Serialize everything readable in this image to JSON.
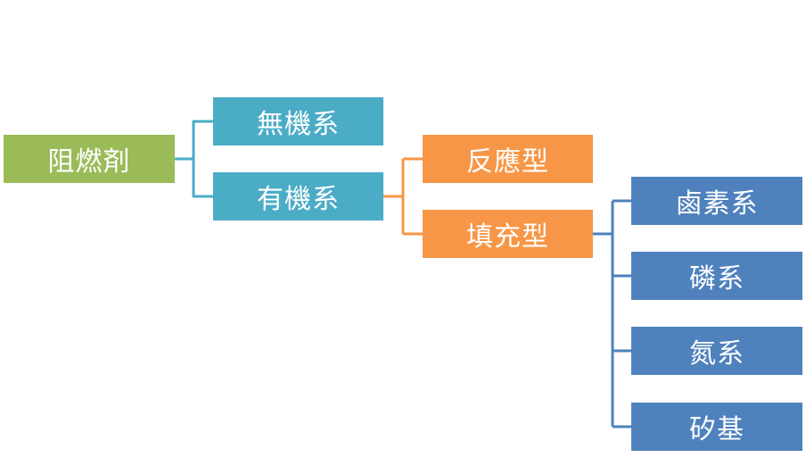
{
  "colors": {
    "root": "#9bbb59",
    "level1": "#4bacc6",
    "level2": "#f79646",
    "level3": "#4f81bd"
  },
  "root": {
    "label": "阻燃剤"
  },
  "level1": [
    {
      "label": "無機系"
    },
    {
      "label": "有機系"
    }
  ],
  "level2": [
    {
      "label": "反應型"
    },
    {
      "label": "填充型"
    }
  ],
  "level3": [
    {
      "label": "鹵素系"
    },
    {
      "label": "磷系"
    },
    {
      "label": "氮系"
    },
    {
      "label": "矽基"
    }
  ]
}
